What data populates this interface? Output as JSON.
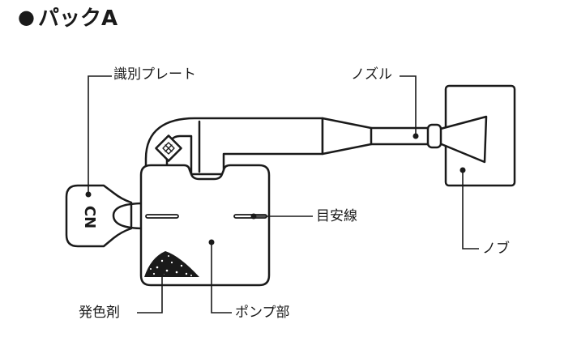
{
  "title": "パックA",
  "title_bullet": "●",
  "plate_text": "CN",
  "labels": {
    "id_plate": "識別プレート",
    "nozzle": "ノズル",
    "guide_line": "目安線",
    "knob": "ノブ",
    "reagent": "発色剤",
    "pump": "ポンプ部"
  },
  "colors": {
    "stroke": "#1a1a1a",
    "fill": "#ffffff",
    "reagent_dots": "#1a1a1a"
  }
}
